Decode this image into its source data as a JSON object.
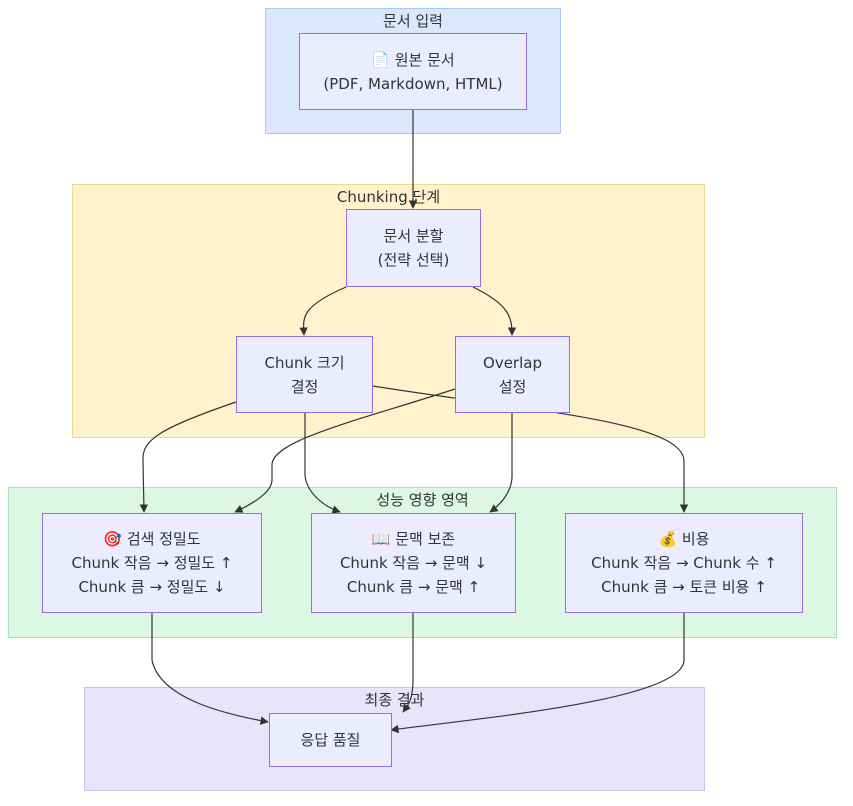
{
  "colors": {
    "group_input_fill": "#DAE8FC",
    "group_input_border": "#A9C8F2",
    "group_chunk_fill": "#FFF2CC",
    "group_chunk_border": "#F2D88E",
    "group_perf_fill": "#DCF8E4",
    "group_perf_border": "#A6E3B8",
    "group_result_fill": "#E8E5FA",
    "group_result_border": "#C9C1F0",
    "node_fill": "#ECECFF",
    "node_border": "#9370DB",
    "edge": "#333333"
  },
  "groups": {
    "input": {
      "label": "문서 입력"
    },
    "chunking": {
      "label": "Chunking 단계"
    },
    "performance": {
      "label": "성능 영향 영역"
    },
    "result": {
      "label": "최종 결과"
    }
  },
  "nodes": {
    "source_doc": {
      "icon": "document-icon",
      "line1": "📄 원본 문서",
      "line2": "(PDF, Markdown, HTML)"
    },
    "split": {
      "line1": "문서 분할",
      "line2": "(전략 선택)"
    },
    "chunk_size": {
      "line1": "Chunk 크기",
      "line2": "결정"
    },
    "overlap": {
      "line1": "Overlap",
      "line2": "설정"
    },
    "precision": {
      "icon": "target-icon",
      "line1": "🎯 검색 정밀도",
      "line2": "Chunk 작음 → 정밀도 ↑",
      "line3": "Chunk 큼 → 정밀도 ↓"
    },
    "context": {
      "icon": "book-icon",
      "line1": "📖 문맥 보존",
      "line2": "Chunk 작음 → 문맥 ↓",
      "line3": "Chunk 큼 → 문맥 ↑"
    },
    "cost": {
      "icon": "money-bag-icon",
      "line1": "💰 비용",
      "line2": "Chunk 작음 → Chunk 수 ↑",
      "line3": "Chunk 큼 → 토큰 비용 ↑"
    },
    "response": {
      "line1": "응답 품질"
    }
  }
}
